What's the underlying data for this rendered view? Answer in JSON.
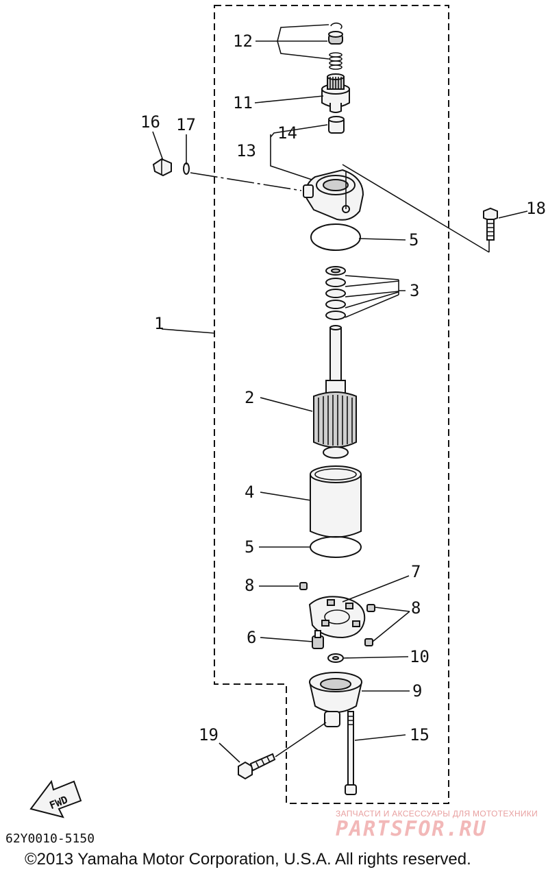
{
  "diagram": {
    "labels": {
      "l1": "1",
      "l2": "2",
      "l3": "3",
      "l4": "4",
      "l5a": "5",
      "l5b": "5",
      "l6": "6",
      "l7": "7",
      "l8a": "8",
      "l8b": "8",
      "l9": "9",
      "l10": "10",
      "l11": "11",
      "l12": "12",
      "l13": "13",
      "l14": "14",
      "l15": "15",
      "l16": "16",
      "l17": "17",
      "l18": "18",
      "l19": "19"
    },
    "fwd_label": "FWD",
    "drawing_code": "62Y0010-5150",
    "copyright": "©2013 Yamaha Motor Corporation, U.S.A. All rights reserved."
  },
  "watermark": {
    "subtitle": "ЗАПЧАСТИ И АКСЕССУАРЫ ДЛЯ МОТОТЕХНИКИ",
    "logo_text": "PARTSFOR.RU"
  }
}
